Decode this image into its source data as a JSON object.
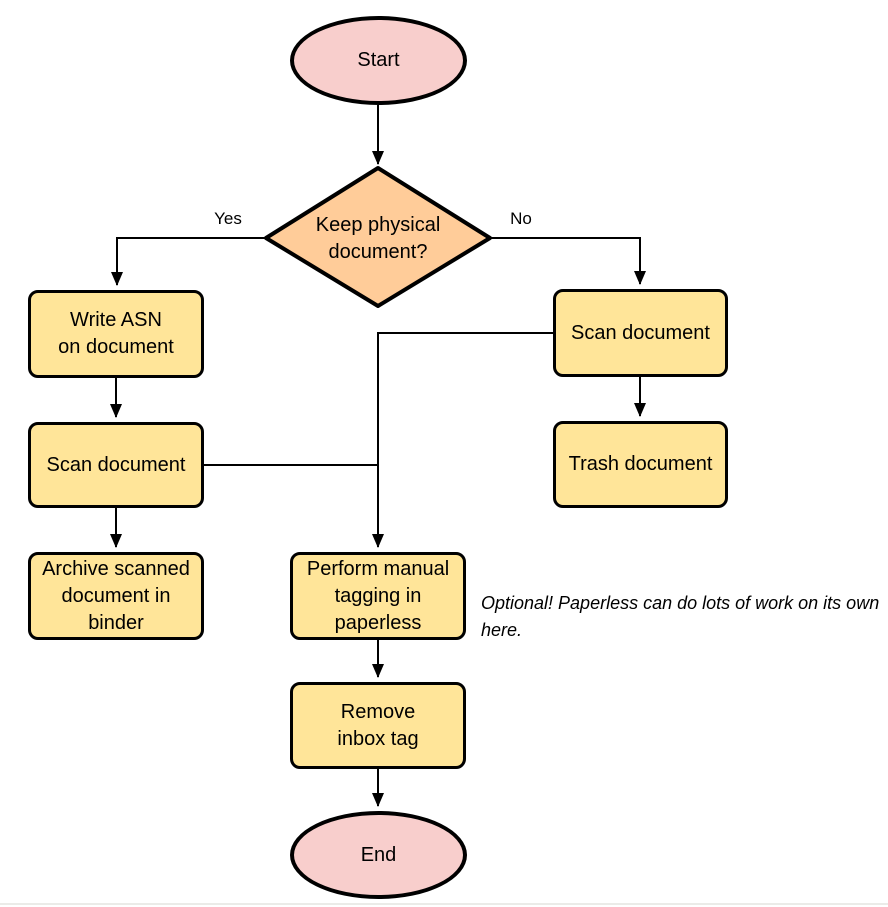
{
  "colors": {
    "terminal_fill": "#f8cecc",
    "process_fill": "#ffe599",
    "decision_fill": "#ffcc99",
    "stroke": "#000000"
  },
  "nodes": {
    "start": {
      "type": "terminal",
      "label": "Start"
    },
    "decision": {
      "type": "decision",
      "label": "Keep physical\ndocument?"
    },
    "write_asn": {
      "type": "process",
      "label": "Write ASN\non document"
    },
    "scan_left": {
      "type": "process",
      "label": "Scan document"
    },
    "archive": {
      "type": "process",
      "label": "Archive scanned\ndocument in\nbinder"
    },
    "scan_right": {
      "type": "process",
      "label": "Scan document"
    },
    "trash": {
      "type": "process",
      "label": "Trash document"
    },
    "tagging": {
      "type": "process",
      "label": "Perform manual\ntagging in\npaperless"
    },
    "remove_inbox": {
      "type": "process",
      "label": "Remove\ninbox tag"
    },
    "end": {
      "type": "terminal",
      "label": "End"
    }
  },
  "edge_labels": {
    "yes": "Yes",
    "no": "No"
  },
  "annotation": {
    "text": "Optional! Paperless can do lots of work on its own here."
  }
}
